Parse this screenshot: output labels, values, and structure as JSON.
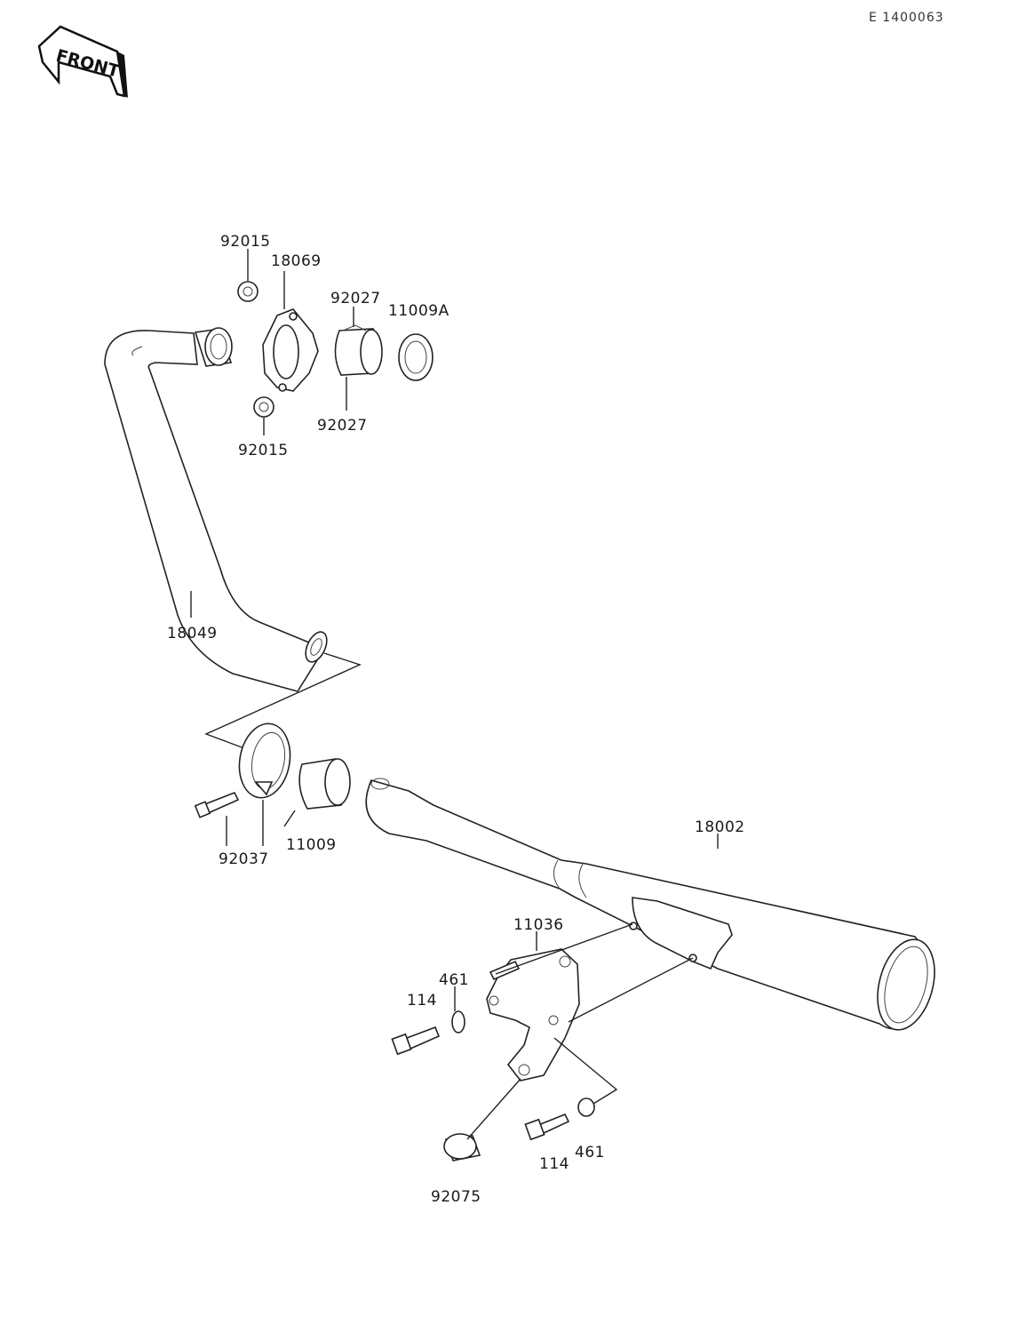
{
  "header": {
    "ref_code": "E 1400063",
    "front_badge": "FRONT"
  },
  "parts": [
    {
      "id": "p-92015-top",
      "label": "92015"
    },
    {
      "id": "p-18069",
      "label": "18069"
    },
    {
      "id": "p-92027-top",
      "label": "92027"
    },
    {
      "id": "p-11009a",
      "label": "11009A"
    },
    {
      "id": "p-92027-bottom",
      "label": "92027"
    },
    {
      "id": "p-92015-bottom",
      "label": "92015"
    },
    {
      "id": "p-18049",
      "label": "18049"
    },
    {
      "id": "p-92037",
      "label": "92037"
    },
    {
      "id": "p-11009",
      "label": "11009"
    },
    {
      "id": "p-18002",
      "label": "18002"
    },
    {
      "id": "p-11036",
      "label": "11036"
    },
    {
      "id": "p-461-top",
      "label": "461"
    },
    {
      "id": "p-114-top",
      "label": "114"
    },
    {
      "id": "p-114-bottom",
      "label": "114"
    },
    {
      "id": "p-461-bottom",
      "label": "461"
    },
    {
      "id": "p-92075",
      "label": "92075"
    }
  ]
}
